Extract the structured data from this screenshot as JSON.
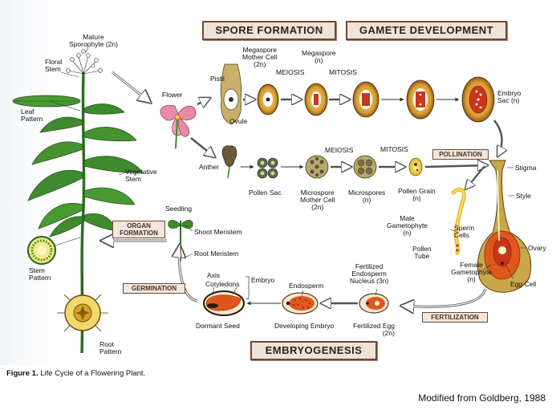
{
  "headers": {
    "spore_formation": "SPORE FORMATION",
    "gamete_development": "GAMETE DEVELOPMENT",
    "embryogenesis": "EMBRYOGENESIS"
  },
  "process_tags": {
    "pollination": "POLLINATION",
    "fertilization": "FERTILIZATION",
    "germination": "GERMINATION",
    "organ_formation_1": "ORGAN",
    "organ_formation_2": "FORMATION"
  },
  "plant_labels": {
    "mature_sporophyte_1": "Mature",
    "mature_sporophyte_2": "Sporophyte (2n)",
    "floral_stem_1": "Floral",
    "floral_stem_2": "Stem",
    "leaf_pattern_1": "Leaf",
    "leaf_pattern_2": "Pattern",
    "vegetative_stem_1": "Vegetative",
    "vegetative_stem_2": "Stem",
    "stem_pattern_1": "Stem",
    "stem_pattern_2": "Pattern",
    "root_pattern_1": "Root",
    "root_pattern_2": "Pattern"
  },
  "flower_labels": {
    "flower": "Flower",
    "pistil": "Pistil",
    "ovule": "Ovule",
    "anther": "Anther"
  },
  "female_path": {
    "megaspore_mother_1": "Megaspore",
    "megaspore_mother_2": "Mother Cell",
    "megaspore_mother_3": "(2n)",
    "meiosis": "MEIOSIS",
    "megaspore_1": "Megaspore",
    "megaspore_2": "(n)",
    "mitosis": "MITOSIS",
    "embryo_sac_1": "Embryo",
    "embryo_sac_2": "Sac (n)"
  },
  "male_path": {
    "pollen_sac": "Pollen Sac",
    "meiosis": "MEIOSIS",
    "mitosis": "MITOSIS",
    "microspore_mother_1": "Microspore",
    "microspore_mother_2": "Mother Cell",
    "microspore_mother_3": "(2n)",
    "microspores_1": "Microspores",
    "microspores_2": "(n)",
    "pollen_grain_1": "Pollen Grain",
    "pollen_grain_2": "(n)"
  },
  "pistil_labels": {
    "stigma": "Stigma",
    "style": "Style",
    "ovary": "Ovary",
    "egg_cell": "Egg Cell",
    "male_gametophyte_1": "Male",
    "male_gametophyte_2": "Gametophyte",
    "male_gametophyte_3": "(n)",
    "sperm_cells_1": "Sperm",
    "sperm_cells_2": "Cells",
    "pollen_tube_1": "Pollen",
    "pollen_tube_2": "Tube",
    "female_gametophyte_1": "Female",
    "female_gametophyte_2": "Gametophyte",
    "female_gametophyte_3": "(n)"
  },
  "embryo_labels": {
    "fertilized_endosperm_1": "Fertilized",
    "fertilized_endosperm_2": "Endosperm",
    "fertilized_endosperm_3": "Nucleus (3n)",
    "fertilized_egg_1": "Fertilized Egg",
    "fertilized_egg_2": "(2n)",
    "endosperm": "Endosperm",
    "developing_embryo": "Developing Embryo",
    "axis": "Axis",
    "cotyledons": "Cotyledons",
    "embryo": "Embryo",
    "dormant_seed": "Dormant Seed",
    "seedling": "Seedling",
    "shoot_meristem": "Shoot Meristem",
    "root_meristem": "Root Meristem"
  },
  "caption": {
    "figure_number": "Figure 1.",
    "figure_title": "Life Cycle of a Flowering Plant."
  },
  "credit": "Modified from Goldberg, 1988",
  "colors": {
    "header_bg": "#efe3d6",
    "header_border": "#6b4a3a",
    "plant_green": "#3f8a2f",
    "ovule_orange": "#d9641e",
    "embryo_red": "#c9361c",
    "pollen_yellow": "#e8b820",
    "pink_flower": "#e98aa5"
  }
}
